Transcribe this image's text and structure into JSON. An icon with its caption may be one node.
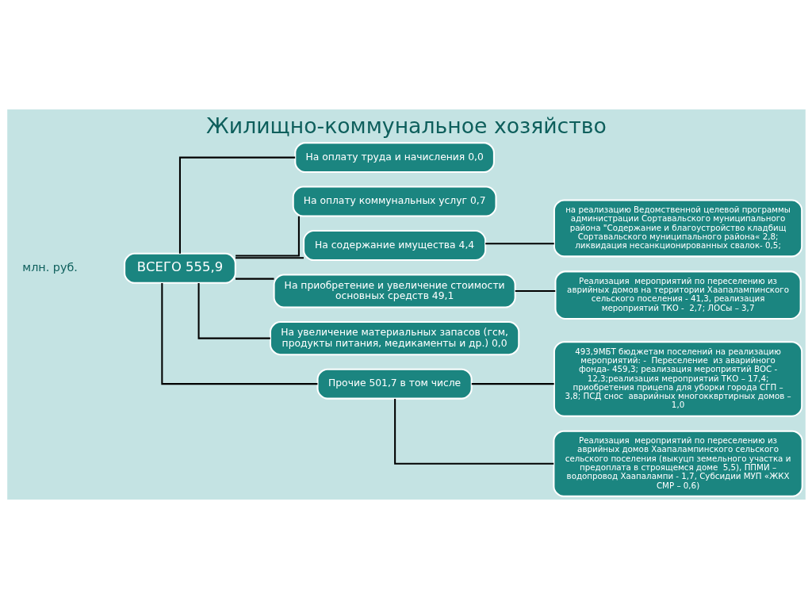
{
  "diagram": {
    "title": "Жилищно-коммунальное хозяйство",
    "nodes": [
      {
        "text": [
          "ВСЕГО 555,9"
        ]
      },
      {
        "text": [
          "На оплату труда и начисления 0,0"
        ]
      },
      {
        "text": [
          "На оплату коммунальных услуг 0,7"
        ]
      },
      {
        "text": [
          "На содержание имущества 4,4"
        ]
      },
      {
        "text": [
          "На приобретение и увеличение стоимости основных средств 49,1"
        ]
      },
      {
        "text": [
          "На увеличение материальных запасов (гсм, продукты питания, медикаменты и др.) 0,0"
        ]
      },
      {
        "text": [
          "Прочие 501,7 в том числе"
        ]
      },
      {
        "text": [
          "на реализацию Ведомственной целевой программы администрации Сортавальского муниципального района \"Содержание и благоустройство кладбищ Сортавальского муниципального района« 2,8; ликвидация несанкционированных свалок- 0,5;"
        ]
      },
      {
        "text": [
          "Реализация  мероприятий по переселению из аврийных домов на территории Хаапалампинского сельского поселения - 41,3, реализация мероприятий ТКО -  2,7; ЛОСы – 3,7"
        ]
      },
      {
        "text": [
          "493,9МБТ бюджетам поселений на реализацию мероприятий: -  Переселение  из аварийного фонда- 459,3; реализация мероприятий ВОС - 12,3;реализация мероприятий ТКО – 17,4; приобретения прицепа для уборки города СГП – 3,8; ПСД снос  аварийных многокквртирных домов – 1,0"
        ]
      },
      {
        "text": [
          "Реализация  мероприятий по переселению из аврийных домов Хаапалампинского сельского сельского поселения (выкуцп земельного участка и предоплата в строящемся доме  5,5), ППМИ – водопровод Хаапалампи - 1,7, Субсидии МУП «ЖКХ СМР – 0,6)"
        ]
      }
    ],
    "edges": [
      {
        "from": 0,
        "to": 1,
        "arrow": "none"
      },
      {
        "from": 0,
        "to": 2,
        "arrow": "none"
      },
      {
        "from": 0,
        "to": 3,
        "arrow": "none"
      },
      {
        "from": 0,
        "to": 4,
        "arrow": "none"
      },
      {
        "from": 0,
        "to": 5,
        "arrow": "none"
      },
      {
        "from": 0,
        "to": 6,
        "arrow": "none"
      },
      {
        "from": 3,
        "to": 7,
        "arrow": "none"
      },
      {
        "from": 4,
        "to": 8,
        "arrow": "none"
      },
      {
        "from": 6,
        "to": 9,
        "arrow": "none"
      },
      {
        "from": 6,
        "to": 10,
        "arrow": "none"
      }
    ],
    "labels": [
      "млн. руб."
    ]
  }
}
